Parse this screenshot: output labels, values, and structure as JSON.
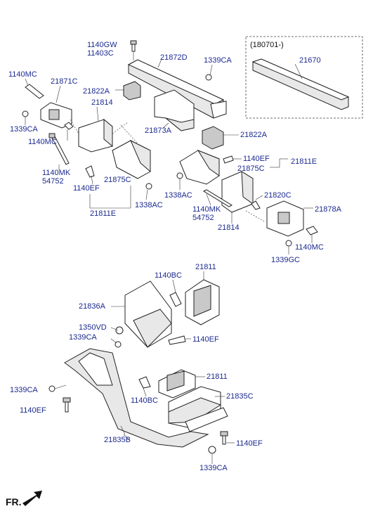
{
  "inset": {
    "title": "(180701-)",
    "part": "21670"
  },
  "labels": {
    "l1140GW": "1140GW",
    "l11403C": "11403C",
    "l21872D": "21872D",
    "l1339CA_top": "1339CA",
    "l1140MC_left": "1140MC",
    "l21871C": "21871C",
    "l21822A_left": "21822A",
    "l21814_left": "21814",
    "l1339CA_left": "1339CA",
    "l1140MC_left2": "1140MC",
    "l21873A": "21873A",
    "l21822A_right": "21822A",
    "l1140MK_left": "1140MK",
    "l54752_left": "54752",
    "l1140EF_mid": "1140EF",
    "l21875C_mid": "21875C",
    "l21811E_mid": "21811E",
    "l1338AC_mid": "1338AC",
    "l1140EF_right": "1140EF",
    "l21875C_right": "21875C",
    "l21811E_right": "21811E",
    "l1338AC_right": "1338AC",
    "l1140MK_right": "1140MK",
    "l54752_right": "54752",
    "l21814_right": "21814",
    "l21820C": "21820C",
    "l21878A": "21878A",
    "l1140MC_right": "1140MC",
    "l1339GC": "1339GC",
    "l1140BC_top": "1140BC",
    "l21811_top": "21811",
    "l21836A": "21836A",
    "l1350VD": "1350VD",
    "l1339CA_mid": "1339CA",
    "l1140EF_low": "1140EF",
    "l21811_low": "21811",
    "l1339CA_low": "1339CA",
    "l1140EF_low2": "1140EF",
    "l1140BC_low": "1140BC",
    "l21835C": "21835C",
    "l21835B": "21835B",
    "l1140EF_bottom": "1140EF",
    "l1339CA_bottom": "1339CA",
    "fr": "FR."
  }
}
